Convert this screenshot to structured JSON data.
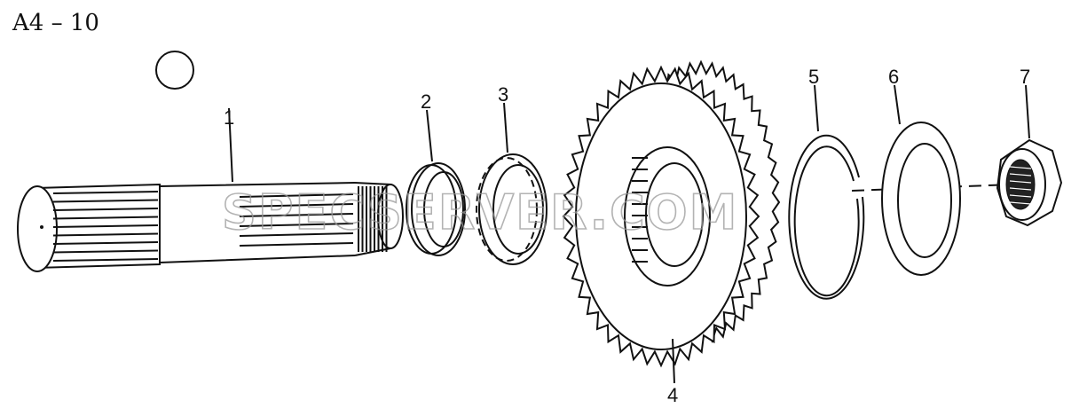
{
  "diagram": {
    "title": "A4 – 10",
    "watermark": "SPECSERVER.COM",
    "callouts": [
      "1",
      "2",
      "3",
      "4",
      "5",
      "6",
      "7"
    ],
    "parts": [
      {
        "callout": "1",
        "icon": "splined-shaft-icon"
      },
      {
        "callout": "2",
        "icon": "bearing-race-icon"
      },
      {
        "callout": "3",
        "icon": "roller-bearing-icon"
      },
      {
        "callout": "4",
        "icon": "helical-gear-icon"
      },
      {
        "callout": "5",
        "icon": "snap-ring-icon"
      },
      {
        "callout": "6",
        "icon": "thrust-washer-icon"
      },
      {
        "callout": "7",
        "icon": "lock-nut-icon"
      }
    ]
  }
}
